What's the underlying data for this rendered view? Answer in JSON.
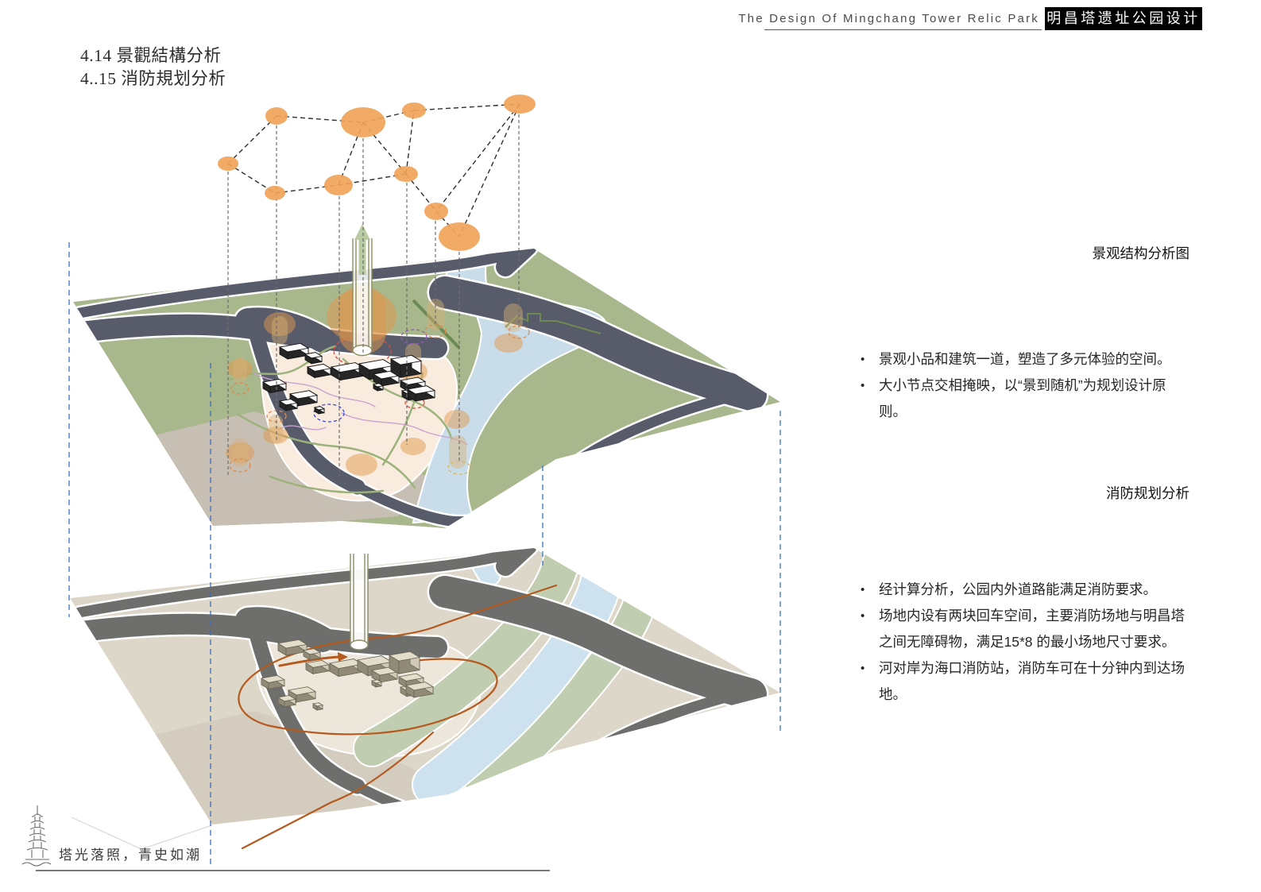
{
  "header": {
    "title_en": "The Design Of Mingchang Tower Relic Park",
    "title_cn": "明昌塔遗址公园设计"
  },
  "headings": {
    "line1": "4.14 景觀結構分析",
    "line2": "4..15 消防規划分析"
  },
  "sections": [
    {
      "title": "景观结构分析图",
      "bullets": [
        "景观小品和建筑一道，塑造了多元体验的空间。",
        "大小节点交相掩映，以“景到随机”为规划设计原则。"
      ]
    },
    {
      "title": "消防规划分析",
      "bullets": [
        "经计算分析，公园内外道路能满足消防要求。",
        "场地内设有两块回车空间，主要消防场地与明昌塔之间无障碍物，满足15*8 的最小场地尺寸要求。",
        "河对岸为海口消防站，消防车可在十分钟内到达场地。"
      ]
    }
  ],
  "footer": {
    "motto": "塔光落照，青史如潮",
    "icon": "pagoda-line-icon"
  },
  "colors": {
    "bubble": "#f1a35a",
    "bubble_link": "#2f2f2f",
    "drop_line": "#6e6e6e",
    "blue_guide": "#3a6fc4",
    "plan_top": {
      "ground": "#a9b78c",
      "road": "#585c6a",
      "site": "#f9ecdf",
      "taupe": "#c7beb4",
      "river": "#c9dcea",
      "path_green": "#9cb27b",
      "path_purple": "#c9a3cf",
      "tower_outline": "#8c8e5f",
      "canopy": "#e8a45c",
      "dash_red": "#e5483a",
      "dash_orange": "#dd8a4d",
      "dash_purple": "#8e5bb8",
      "dash_blue": "#4348c8",
      "dash_yellow": "#d9b95b"
    },
    "plan_bottom": {
      "ground": "#ddd7c9",
      "road": "#6e6e6c",
      "site": "#ece7da",
      "taupe": "#d3ccbf",
      "river": "#cde2ee",
      "green": "#c1cdb1",
      "route": "#b45a1e",
      "tower_outline": "#8a8c6a"
    }
  },
  "diagram": {
    "bubbles": {
      "nodes": [
        [
          348,
          146,
          14,
          11
        ],
        [
          457,
          154,
          28,
          19
        ],
        [
          521,
          139,
          15,
          10
        ],
        [
          654,
          131,
          20,
          12
        ],
        [
          287,
          206,
          13,
          9
        ],
        [
          346,
          243,
          13,
          9
        ],
        [
          426,
          233,
          18,
          13
        ],
        [
          511,
          219,
          15,
          10
        ],
        [
          549,
          266,
          15,
          11
        ],
        [
          578,
          298,
          26,
          18
        ]
      ],
      "edges": [
        [
          0,
          1
        ],
        [
          1,
          2
        ],
        [
          2,
          3
        ],
        [
          0,
          4
        ],
        [
          4,
          5
        ],
        [
          5,
          6
        ],
        [
          6,
          1
        ],
        [
          6,
          7
        ],
        [
          1,
          7
        ],
        [
          7,
          2
        ],
        [
          7,
          8
        ],
        [
          8,
          9
        ],
        [
          3,
          9
        ],
        [
          3,
          8
        ]
      ]
    },
    "drop_lines": [
      [
        287,
        216,
        598
      ],
      [
        348,
        158,
        555
      ],
      [
        427,
        247,
        600
      ],
      [
        457,
        174,
        444
      ],
      [
        512,
        230,
        560
      ],
      [
        548,
        278,
        410
      ],
      [
        578,
        317,
        583
      ],
      [
        653,
        144,
        412
      ]
    ],
    "blue_guides": [
      [
        87,
        305,
        777
      ],
      [
        265,
        457,
        1093
      ],
      [
        683,
        586,
        712
      ],
      [
        982,
        517,
        925
      ]
    ],
    "tree_columns": [
      [
        352,
        398,
        20,
        36
      ],
      [
        302,
        450,
        18,
        32
      ],
      [
        548,
        376,
        22,
        40
      ],
      [
        646,
        382,
        24,
        36
      ],
      [
        576,
        548,
        22,
        42
      ],
      [
        302,
        552,
        20,
        36
      ],
      [
        347,
        522,
        18,
        36
      ],
      [
        520,
        432,
        20,
        38
      ]
    ],
    "dashed_circles": [
      [
        456,
        442,
        36,
        19,
        "dash_red"
      ],
      [
        521,
        424,
        16,
        9,
        "dash_purple"
      ],
      [
        414,
        520,
        19,
        11,
        "dash_blue"
      ],
      [
        302,
        489,
        11,
        7,
        "dash_orange"
      ],
      [
        348,
        524,
        12,
        7,
        "dash_orange"
      ],
      [
        522,
        507,
        12,
        7,
        "dash_red"
      ],
      [
        302,
        586,
        13,
        8,
        "dash_orange"
      ],
      [
        578,
        589,
        14,
        8,
        "dash_yellow"
      ],
      [
        548,
        417,
        13,
        8,
        "dash_orange"
      ],
      [
        653,
        418,
        13,
        8,
        "dash_orange"
      ]
    ],
    "canopies": [
      [
        352,
        408,
        20,
        15
      ],
      [
        455,
        398,
        44,
        34
      ],
      [
        302,
        464,
        16,
        12
      ],
      [
        520,
        468,
        18,
        13
      ],
      [
        575,
        528,
        16,
        12
      ],
      [
        302,
        570,
        18,
        13
      ],
      [
        347,
        548,
        16,
        11
      ],
      [
        455,
        585,
        20,
        14
      ],
      [
        520,
        562,
        16,
        11
      ],
      [
        640,
        432,
        18,
        12
      ]
    ],
    "buildings_top": [
      [
        352,
        437,
        26,
        10,
        9
      ],
      [
        384,
        446,
        13,
        8,
        7
      ],
      [
        387,
        462,
        20,
        9,
        8
      ],
      [
        417,
        462,
        30,
        11,
        10
      ],
      [
        452,
        458,
        30,
        13,
        12
      ],
      [
        470,
        471,
        22,
        10,
        9
      ],
      [
        492,
        452,
        26,
        12,
        16
      ],
      [
        470,
        484,
        7,
        5,
        5
      ],
      [
        506,
        492,
        16,
        8,
        7
      ],
      [
        331,
        481,
        20,
        9,
        8
      ],
      [
        365,
        496,
        24,
        10,
        9
      ],
      [
        352,
        505,
        14,
        8,
        7
      ],
      [
        396,
        513,
        7,
        5,
        5
      ],
      [
        504,
        479,
        22,
        9,
        8
      ],
      [
        513,
        490,
        24,
        10,
        9
      ]
    ],
    "buildings_bottom": [
      [
        350,
        810,
        26,
        10,
        9
      ],
      [
        382,
        819,
        13,
        8,
        7
      ],
      [
        385,
        835,
        20,
        9,
        8
      ],
      [
        415,
        835,
        30,
        11,
        10
      ],
      [
        450,
        831,
        30,
        13,
        12
      ],
      [
        468,
        844,
        22,
        10,
        9
      ],
      [
        490,
        825,
        26,
        12,
        16
      ],
      [
        468,
        857,
        7,
        5,
        5
      ],
      [
        504,
        865,
        16,
        8,
        7
      ],
      [
        329,
        854,
        20,
        9,
        8
      ],
      [
        363,
        869,
        24,
        10,
        9
      ],
      [
        350,
        878,
        14,
        8,
        7
      ],
      [
        394,
        886,
        7,
        5,
        5
      ],
      [
        502,
        852,
        22,
        9,
        8
      ],
      [
        511,
        863,
        24,
        10,
        9
      ]
    ]
  }
}
